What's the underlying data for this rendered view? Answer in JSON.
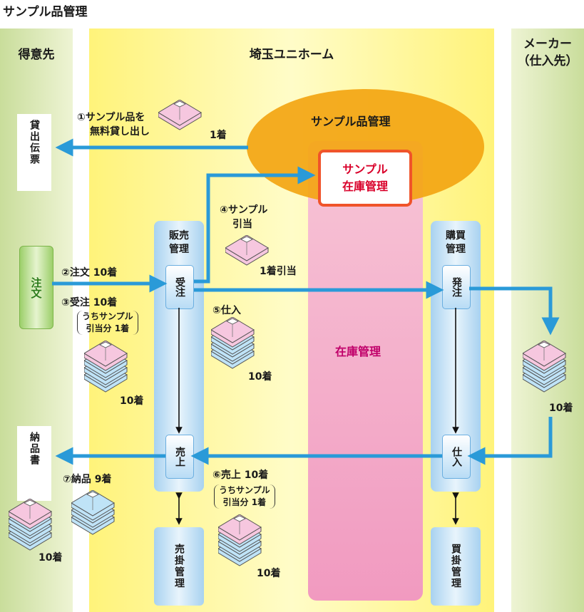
{
  "title": "サンプル品管理",
  "lanes": {
    "customer": "得意先",
    "company": "埼玉ユニホーム",
    "maker": "メーカー\n（仕入先）"
  },
  "center": {
    "ellipse_label": "サンプル品管理",
    "sample_stock_line1": "サンプル",
    "sample_stock_line2": "在庫管理",
    "inventory_label": "在庫管理"
  },
  "customer_docs": {
    "loan_slip": "貸出伝票",
    "order": "注文",
    "delivery_note": "納品書"
  },
  "sales": {
    "label_line1": "販売",
    "label_line2": "管理",
    "receive": "受注",
    "sale": "売上",
    "receivable": "売掛管理"
  },
  "purchase": {
    "label_line1": "購買",
    "label_line2": "管理",
    "order": "発注",
    "stocking": "仕入",
    "payable": "買掛管理"
  },
  "steps": {
    "s1_line1": "①サンプル品を",
    "s1_line2": "無料貸し出し",
    "s1_count": "1着",
    "s2": "②注文 10着",
    "s3": "③受注 10着",
    "s3_note_line1": "うちサンプル",
    "s3_note_line2": "引当分 1着",
    "s3_count": "10着",
    "s4_line1": "④サンプル",
    "s4_line2": "引当",
    "s4_count": "1着引当",
    "s5": "⑤仕入",
    "s5_count": "10着",
    "s6": "⑥売上 10着",
    "s6_note_line1": "うちサンプル",
    "s6_note_line2": "引当分 1着",
    "s6_count": "10着",
    "s7": "⑦納品 9着",
    "customer_count": "10着",
    "maker_count": "10着"
  },
  "colors": {
    "arrow": "#2a9ad8",
    "shirt_pink": "#f6c7df",
    "shirt_blue": "#bfe3f7",
    "sample_border": "#f0542a"
  }
}
